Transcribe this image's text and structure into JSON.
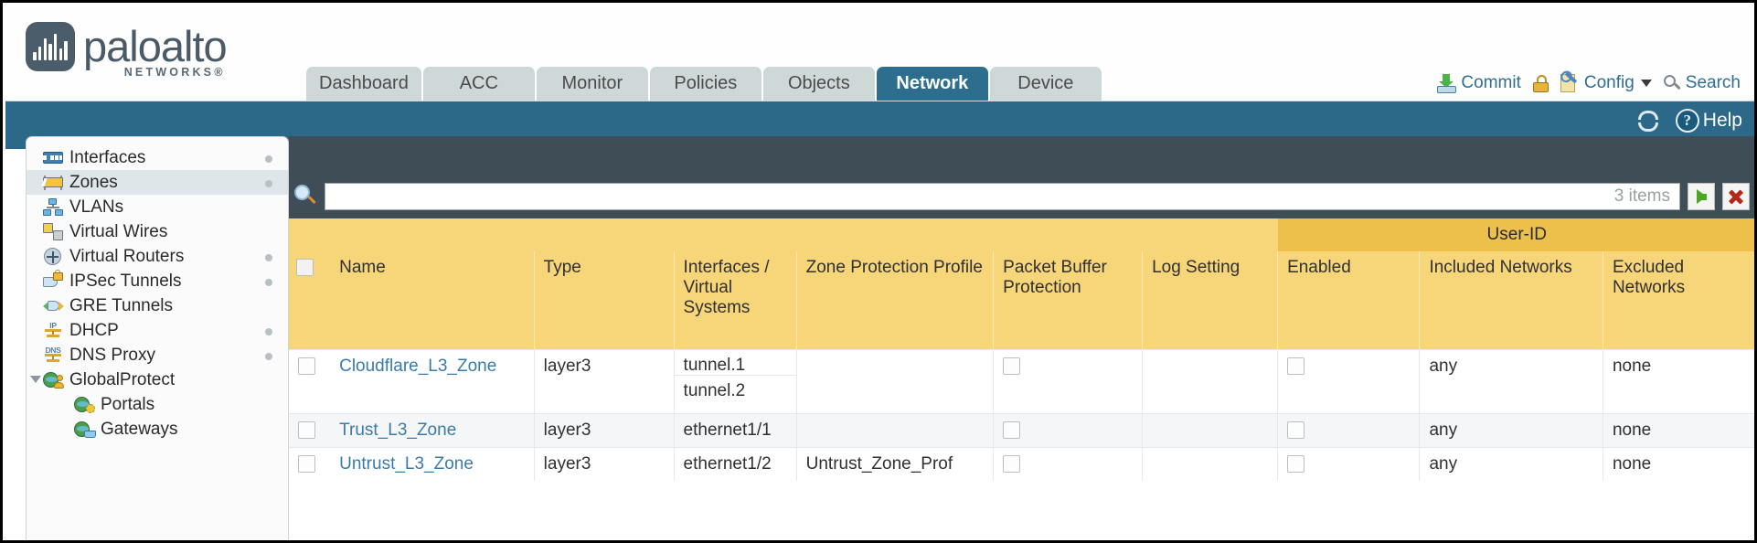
{
  "brand": {
    "name": "paloalto",
    "tagline": "NETWORKS",
    "registered": "®"
  },
  "nav": {
    "tabs": [
      {
        "label": "Dashboard",
        "active": false
      },
      {
        "label": "ACC",
        "active": false
      },
      {
        "label": "Monitor",
        "active": false
      },
      {
        "label": "Policies",
        "active": false
      },
      {
        "label": "Objects",
        "active": false
      },
      {
        "label": "Network",
        "active": true
      },
      {
        "label": "Device",
        "active": false
      }
    ]
  },
  "toolbar": {
    "commit_label": "Commit",
    "commit_icon": "commit-download-icon",
    "lock_icon": "padlock-icon",
    "config_label": "Config",
    "config_icon": "config-wrench-icon",
    "search_label": "Search",
    "search_icon": "search-magnifier-icon"
  },
  "band": {
    "refresh_icon": "refresh-icon",
    "help_label": "Help",
    "help_icon": "help-question-icon"
  },
  "sidebar": {
    "items": [
      {
        "label": "Interfaces",
        "icon": "interfaces-icon",
        "selected": false,
        "dot": true,
        "child": false,
        "expander": false
      },
      {
        "label": "Zones",
        "icon": "zones-icon",
        "selected": true,
        "dot": true,
        "child": false,
        "expander": false
      },
      {
        "label": "VLANs",
        "icon": "vlans-icon",
        "selected": false,
        "dot": false,
        "child": false,
        "expander": false
      },
      {
        "label": "Virtual Wires",
        "icon": "virtual-wires-icon",
        "selected": false,
        "dot": false,
        "child": false,
        "expander": false
      },
      {
        "label": "Virtual Routers",
        "icon": "virtual-routers-icon",
        "selected": false,
        "dot": true,
        "child": false,
        "expander": false
      },
      {
        "label": "IPSec Tunnels",
        "icon": "ipsec-tunnels-icon",
        "selected": false,
        "dot": true,
        "child": false,
        "expander": false
      },
      {
        "label": "GRE Tunnels",
        "icon": "gre-tunnels-icon",
        "selected": false,
        "dot": false,
        "child": false,
        "expander": false
      },
      {
        "label": "DHCP",
        "icon": "dhcp-icon",
        "selected": false,
        "dot": true,
        "child": false,
        "expander": false
      },
      {
        "label": "DNS Proxy",
        "icon": "dns-proxy-icon",
        "selected": false,
        "dot": true,
        "child": false,
        "expander": false
      },
      {
        "label": "GlobalProtect",
        "icon": "globalprotect-icon",
        "selected": false,
        "dot": false,
        "child": false,
        "expander": true
      },
      {
        "label": "Portals",
        "icon": "portals-icon",
        "selected": false,
        "dot": false,
        "child": true,
        "expander": false
      },
      {
        "label": "Gateways",
        "icon": "gateways-icon",
        "selected": false,
        "dot": false,
        "child": true,
        "expander": false
      }
    ]
  },
  "search": {
    "value": "",
    "placeholder": "",
    "items_count": "3 items",
    "apply_icon": "green-arrow-icon",
    "clear_icon": "red-x-icon",
    "magnifier_icon": "search-magnifier-icon"
  },
  "table": {
    "group_header": "User-ID",
    "columns": [
      "Name",
      "Type",
      "Interfaces / Virtual Systems",
      "Zone Protection Profile",
      "Packet Buffer Protection",
      "Log Setting",
      "Enabled",
      "Included Networks",
      "Excluded Networks"
    ],
    "rows": [
      {
        "name": "Cloudflare_L3_Zone",
        "type": "layer3",
        "interfaces": [
          "tunnel.1",
          "tunnel.2"
        ],
        "zone_protection_profile": "",
        "packet_buffer_protection": false,
        "log_setting": "",
        "user_id_enabled": false,
        "included_networks": "any",
        "excluded_networks": "none"
      },
      {
        "name": "Trust_L3_Zone",
        "type": "layer3",
        "interfaces": [
          "ethernet1/1"
        ],
        "zone_protection_profile": "",
        "packet_buffer_protection": false,
        "log_setting": "",
        "user_id_enabled": false,
        "included_networks": "any",
        "excluded_networks": "none"
      },
      {
        "name": "Untrust_L3_Zone",
        "type": "layer3",
        "interfaces": [
          "ethernet1/2"
        ],
        "zone_protection_profile": "Untrust_Zone_Prof",
        "packet_buffer_protection": false,
        "log_setting": "",
        "user_id_enabled": false,
        "included_networks": "any",
        "excluded_networks": "none"
      }
    ]
  },
  "colors": {
    "brand_slate": "#4b5d6b",
    "active_tab": "#2d6e8e",
    "band_blue": "#2c6887",
    "header_amber": "#f7d579",
    "group_amber": "#ecc04a",
    "link_blue": "#3a7ca8",
    "panel_dark": "#3f4e56"
  }
}
